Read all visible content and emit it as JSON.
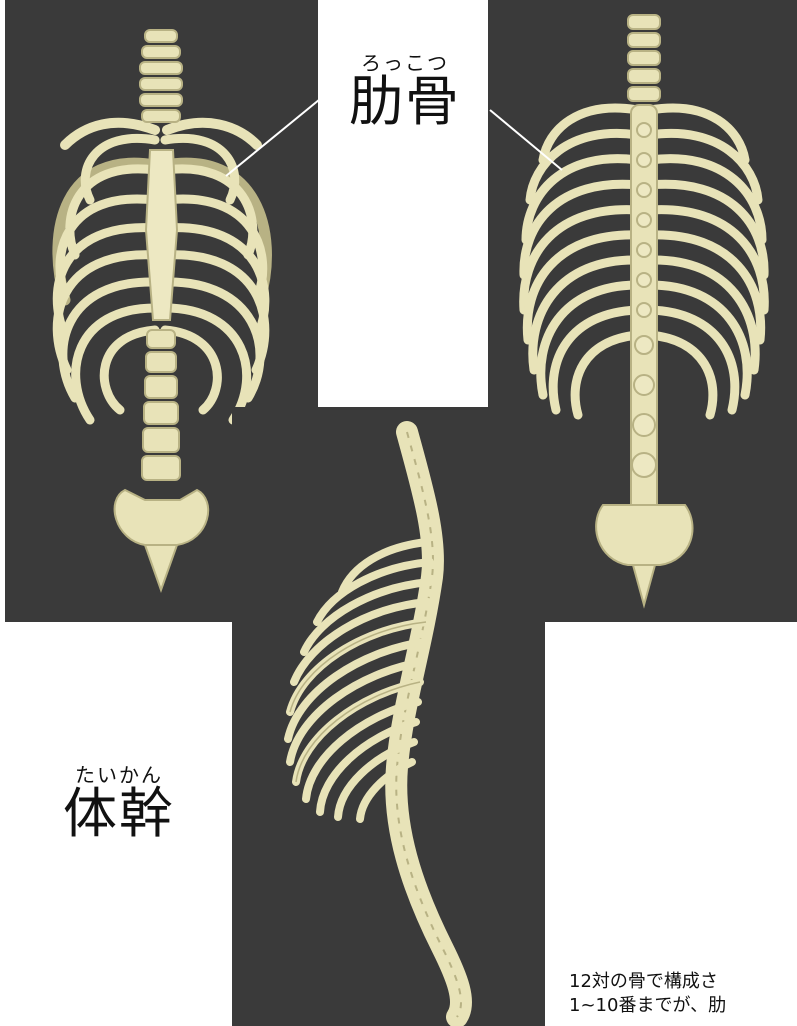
{
  "labels": {
    "rib": {
      "ruby": "ろっこつ",
      "kanji": "肋骨"
    },
    "trunk": {
      "ruby": "たいかん",
      "kanji": "体幹"
    }
  },
  "description": {
    "line1": "12対の骨で構成さ",
    "line2": "1~10番までが、肋"
  },
  "views": [
    "front-view",
    "back-view",
    "side-view"
  ],
  "colors": {
    "panel": "#3a3a3a",
    "bone": "#e8e3b8",
    "bone_shadow": "#b8b284",
    "leader": "#ffffff"
  }
}
